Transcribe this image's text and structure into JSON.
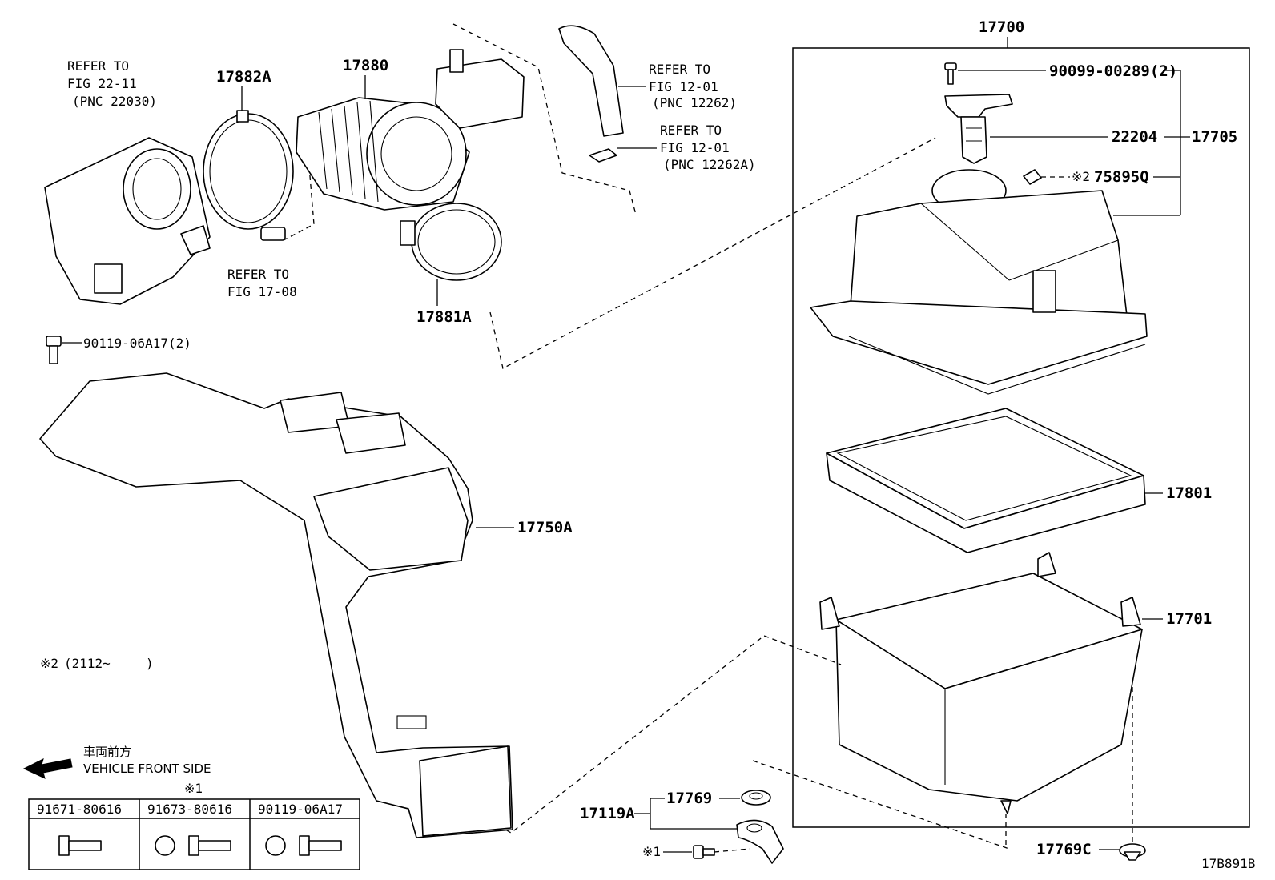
{
  "labels": {
    "p17700": "17700",
    "p90099": "90099-00289(2)",
    "p22204": "22204",
    "p17705": "17705",
    "p75895q_mark": "※2",
    "p75895q": "75895Q",
    "p17801": "17801",
    "p17701": "17701",
    "p17769": "17769",
    "p17119a": "17119A",
    "p17769c": "17769C",
    "mark1_bolt": "※1",
    "p17750a": "17750A",
    "p17880": "17880",
    "p17882a": "17882A",
    "p17881a": "17881A",
    "p90119": "90119-06A17(2)",
    "ref_2211_a": "REFER TO",
    "ref_2211_b": "FIG 22-11",
    "ref_2211_c": "(PNC 22030)",
    "ref_1708_a": "REFER TO",
    "ref_1708_b": "FIG 17-08",
    "ref_1201_a": "REFER TO",
    "ref_1201_b": "FIG 12-01",
    "ref_1201_c": "(PNC 12262)",
    "ref_1201a_a": "REFER TO",
    "ref_1201a_b": "FIG 12-01",
    "ref_1201a_c": "(PNC 12262A)",
    "note2_mark": "※2",
    "note2_text": "(2112~",
    "note2_close": ")",
    "front_jp": "車両前方",
    "front_en": "VEHICLE FRONT SIDE",
    "table_mark": "※1",
    "diagram_code": "17B891B"
  },
  "bolt_table": {
    "headers": [
      "91671-80616",
      "91673-80616",
      "90119-06A17"
    ]
  }
}
